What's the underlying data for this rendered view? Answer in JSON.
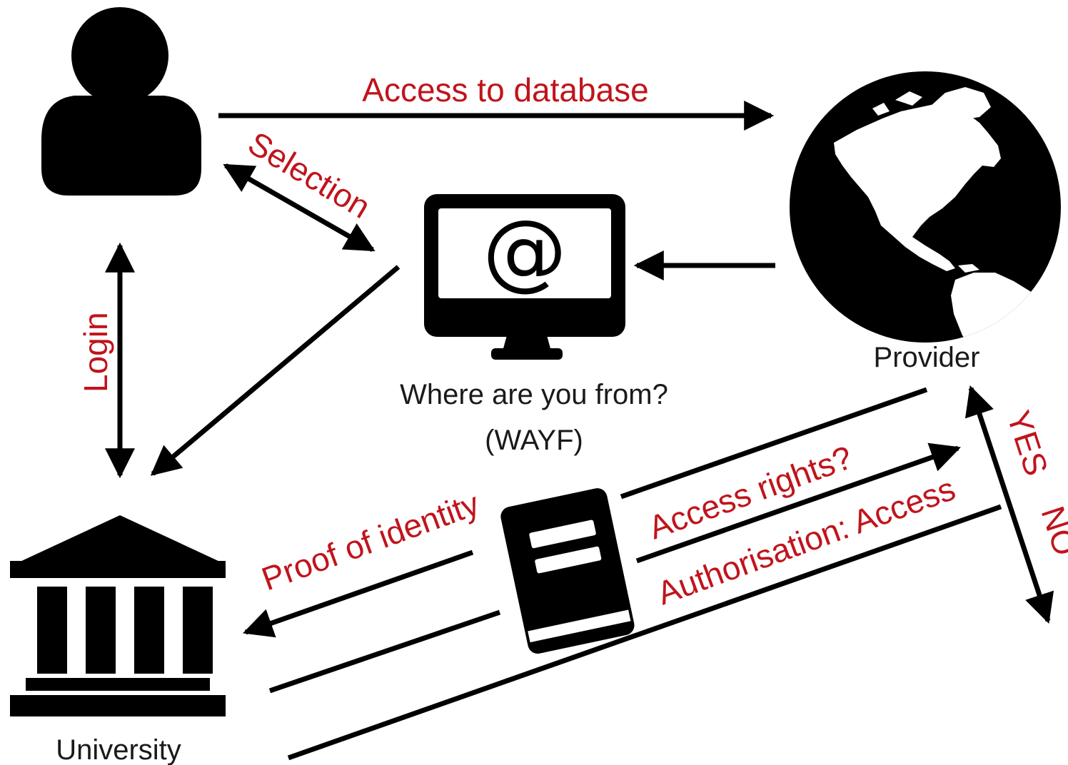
{
  "colors": {
    "label_red": "#c0141c",
    "line": "#000000",
    "text_dark": "#1a1a1a"
  },
  "nodes": {
    "user": {
      "icon": "user-icon"
    },
    "wayf": {
      "icon": "computer-monitor-icon",
      "symbol": "@",
      "caption_line1": "Where are you from?",
      "caption_line2": "(WAYF)"
    },
    "provider": {
      "icon": "globe-icon",
      "caption": "Provider"
    },
    "university": {
      "icon": "university-building-icon",
      "caption": "University"
    },
    "credential": {
      "icon": "book-icon"
    }
  },
  "edges": {
    "access_to_database": "Access to database",
    "selection": "Selection",
    "login": "Login",
    "proof_of_identity": "Proof of identity",
    "access_rights": "Access rights?",
    "authorisation": "Authorisation: Access",
    "yes": "YES",
    "no": "NO"
  }
}
